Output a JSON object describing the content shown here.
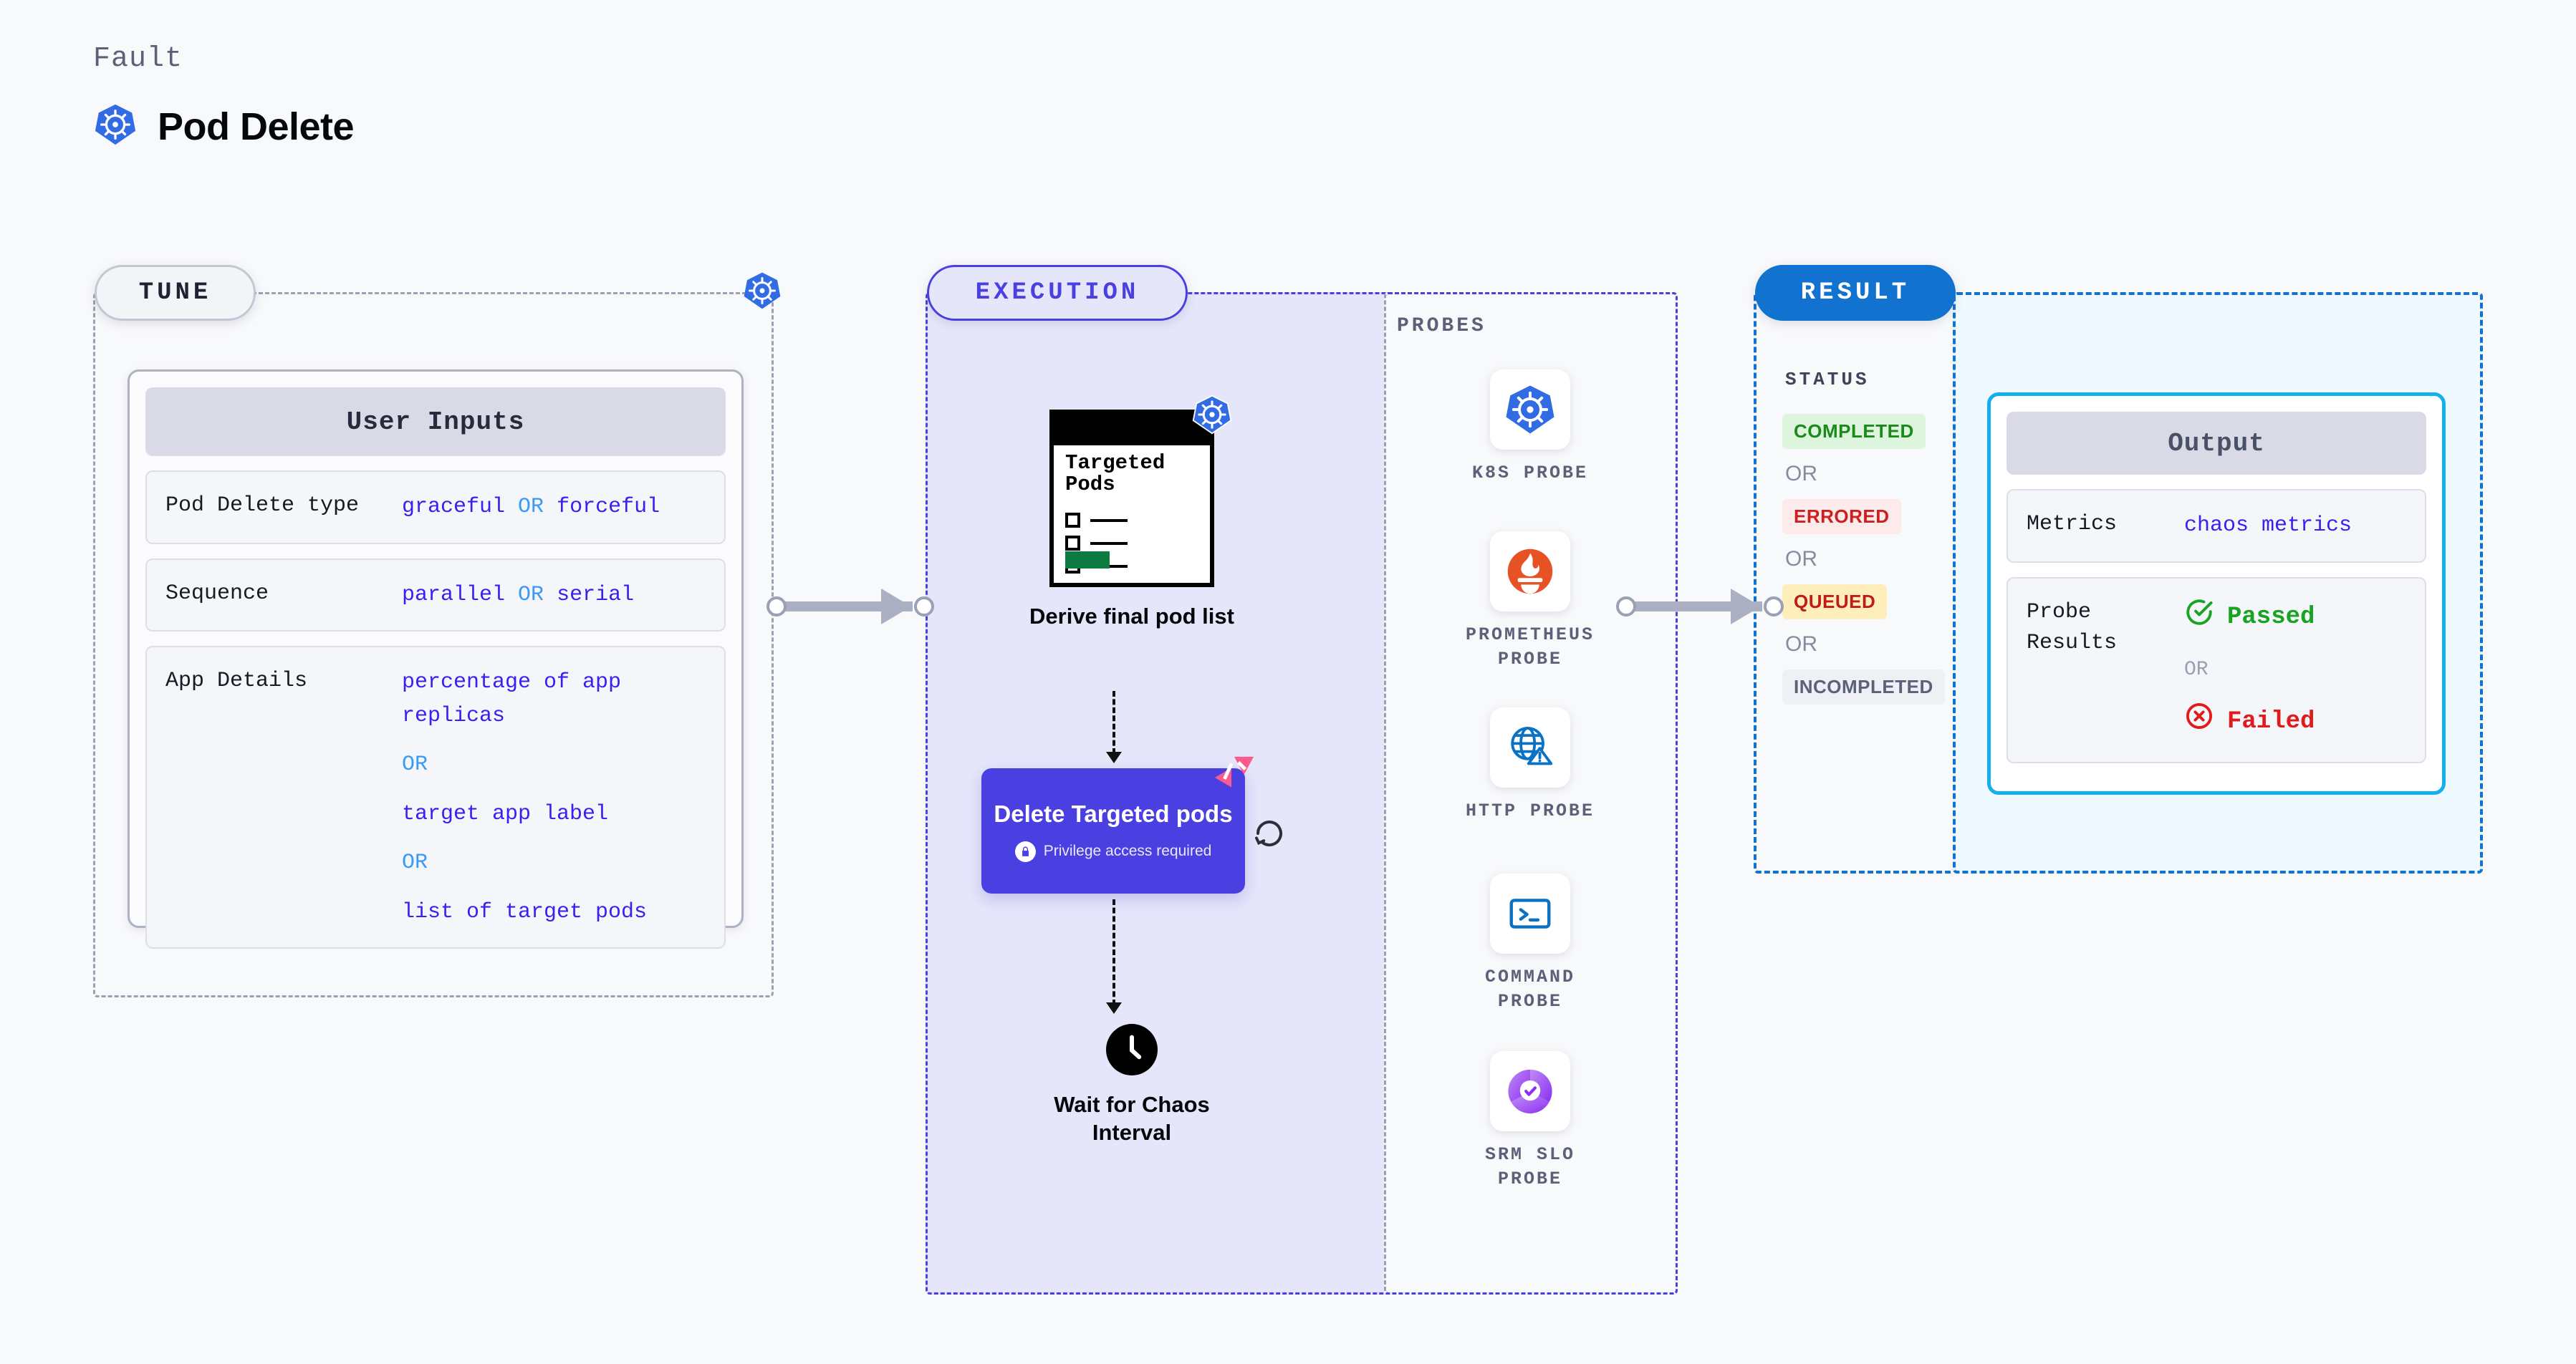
{
  "header": {
    "kicker": "Fault",
    "title": "Pod Delete",
    "icon": "kubernetes-icon"
  },
  "stages": {
    "tune": {
      "pill": "TUNE",
      "corner_icon": "kubernetes-icon"
    },
    "execution": {
      "pill": "EXECUTION"
    },
    "probes": {
      "label": "PROBES"
    },
    "result": {
      "pill": "RESULT"
    }
  },
  "user_inputs": {
    "header": "User Inputs",
    "rows": [
      {
        "key": "Pod Delete type",
        "values": [
          "graceful",
          "forceful"
        ],
        "or": "OR",
        "layout": "inline"
      },
      {
        "key": "Sequence",
        "values": [
          "parallel",
          "serial"
        ],
        "or": "OR",
        "layout": "inline"
      },
      {
        "key": "App Details",
        "values": [
          "percentage of app replicas",
          "target app label",
          "list of target pods"
        ],
        "or": "OR",
        "layout": "stacked"
      }
    ]
  },
  "execution_flow": {
    "derive": {
      "doc_title": "Targeted Pods",
      "caption": "Derive final pod list",
      "badge_icon": "kubernetes-icon"
    },
    "delete": {
      "title": "Delete Targeted pods",
      "privilege": "Privilege access required",
      "lock_icon": "lock-icon",
      "chaos_icon": "litmus-chaos-icon",
      "loop_icon": "refresh-loop-icon"
    },
    "wait": {
      "caption": "Wait for Chaos Interval",
      "icon": "clock-icon"
    }
  },
  "probes": [
    {
      "label": "K8S PROBE",
      "icon": "kubernetes-icon"
    },
    {
      "label": "PROMETHEUS PROBE",
      "icon": "prometheus-icon"
    },
    {
      "label": "HTTP PROBE",
      "icon": "globe-warning-icon"
    },
    {
      "label": "COMMAND PROBE",
      "icon": "terminal-icon"
    },
    {
      "label": "SRM SLO PROBE",
      "icon": "slo-gauge-icon"
    }
  ],
  "result": {
    "status_label": "STATUS",
    "or": "OR",
    "statuses": [
      {
        "label": "COMPLETED",
        "bg": "#ddf5dd",
        "fg": "#1a8a1a"
      },
      {
        "label": "ERRORED",
        "bg": "#fdeaea",
        "fg": "#cc2020"
      },
      {
        "label": "QUEUED",
        "bg": "#fdeebc",
        "fg": "#c01b1b"
      },
      {
        "label": "INCOMPLETED",
        "bg": "#eef0f6",
        "fg": "#5b6178"
      }
    ]
  },
  "output": {
    "header": "Output",
    "metrics_key": "Metrics",
    "metrics_value": "chaos metrics",
    "probe_key": "Probe Results",
    "passed": "Passed",
    "failed": "Failed",
    "or": "OR"
  },
  "colors": {
    "tune_border": "#9aa1b4",
    "exec_border": "#4a3fe0",
    "exec_fill": "#e6e6fb",
    "result_border": "#1272cf",
    "output_fill": "#eefaff",
    "output_card_border": "#13b0ec",
    "node_purple": "#4a3fe0",
    "chaos_pink": "#fb5a8f",
    "value_purple": "#3b1ef0",
    "or_blue": "#3a9bf5"
  }
}
